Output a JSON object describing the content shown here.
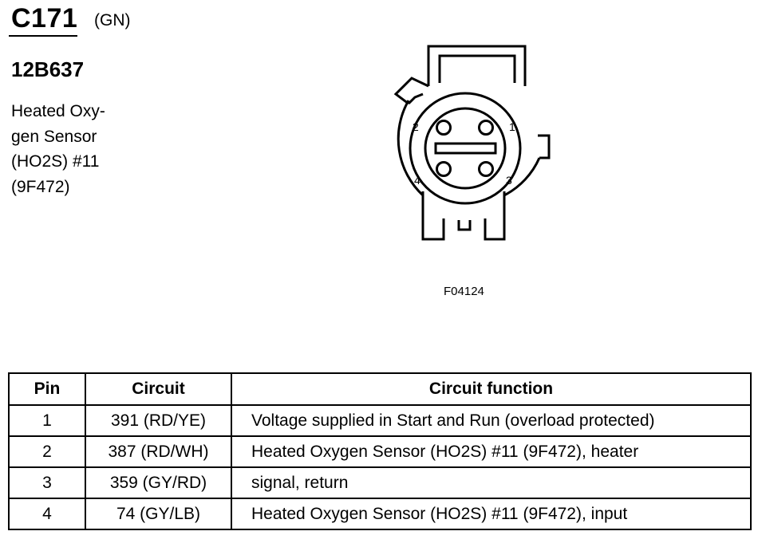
{
  "header": {
    "connector_id": "C171",
    "color_code": "(GN)",
    "part_number": "12B637",
    "component_lines": [
      "Heated Oxy-",
      "gen Sensor",
      "(HO2S) #11",
      "(9F472)"
    ]
  },
  "diagram": {
    "pin_labels": {
      "p1": "1",
      "p2": "2",
      "p3": "3",
      "p4": "4"
    },
    "figure_id": "F04124"
  },
  "table": {
    "headers": {
      "pin": "Pin",
      "circuit": "Circuit",
      "function": "Circuit function"
    },
    "rows": [
      {
        "pin": "1",
        "circuit": "391 (RD/YE)",
        "function": "Voltage supplied in Start and Run (overload protected)"
      },
      {
        "pin": "2",
        "circuit": "387 (RD/WH)",
        "function": "Heated Oxygen Sensor (HO2S) #11 (9F472), heater"
      },
      {
        "pin": "3",
        "circuit": "359 (GY/RD)",
        "function": "signal, return"
      },
      {
        "pin": "4",
        "circuit": "74 (GY/LB)",
        "function": "Heated Oxygen Sensor (HO2S) #11 (9F472), input"
      }
    ]
  }
}
